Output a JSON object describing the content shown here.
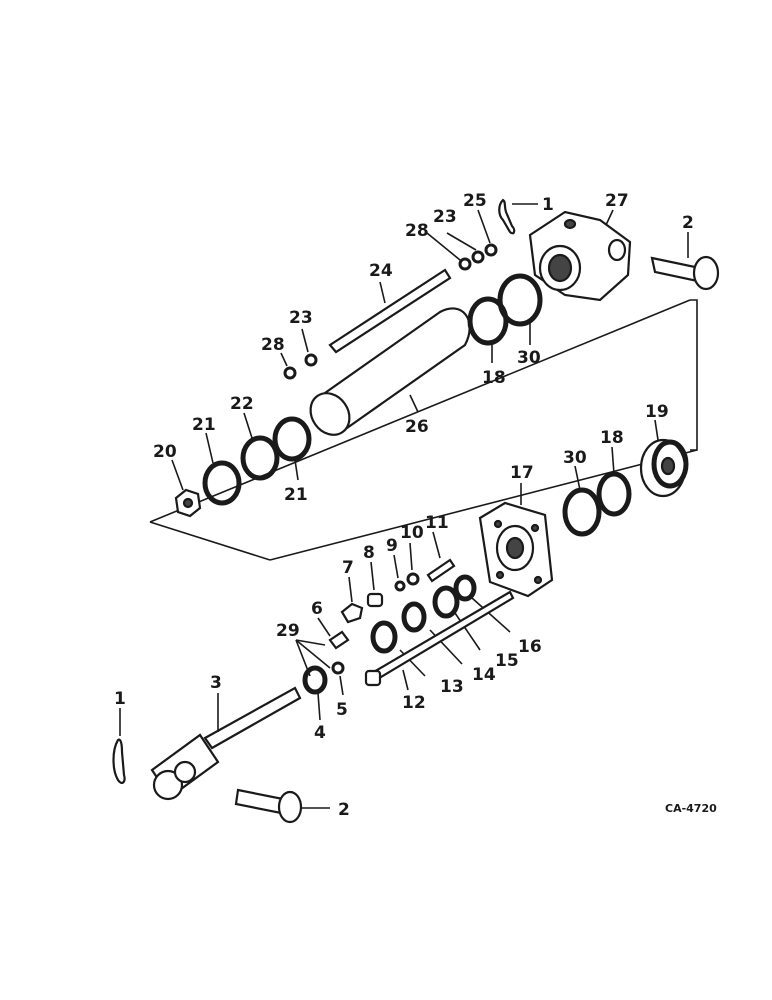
{
  "callouts": {
    "c1a": "1",
    "c2a": "2",
    "c27": "27",
    "c25": "25",
    "c23a": "23",
    "c28a": "28",
    "c24": "24",
    "c23b": "23",
    "c28b": "28",
    "c18a": "18",
    "c30a": "30",
    "c26": "26",
    "c22": "22",
    "c21a": "21",
    "c21b": "21",
    "c20": "20",
    "c19": "19",
    "c18b": "18",
    "c30b": "30",
    "c17": "17",
    "c11": "11",
    "c10": "10",
    "c9": "9",
    "c8": "8",
    "c7": "7",
    "c6": "6",
    "c29": "29",
    "c5": "5",
    "c4": "4",
    "c3": "3",
    "c1b": "1",
    "c2b": "2",
    "c12": "12",
    "c13": "13",
    "c14": "14",
    "c15": "15",
    "c16": "16"
  },
  "figure_code": "CA-4720"
}
